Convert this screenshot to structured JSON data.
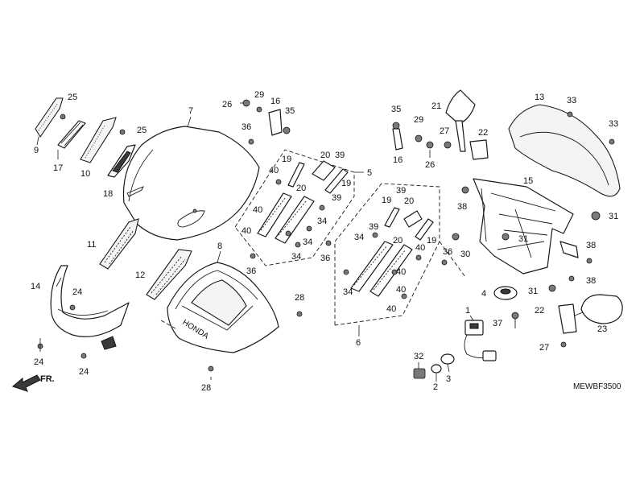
{
  "diagram_code": "MEWBF3500",
  "direction_label": "FR.",
  "callouts": {
    "c1": "1",
    "c2": "2",
    "c3": "3",
    "c4": "4",
    "c5": "5",
    "c6": "6",
    "c7": "7",
    "c8": "8",
    "c9": "9",
    "c10": "10",
    "c11": "11",
    "c12": "12",
    "c13": "13",
    "c14": "14",
    "c15": "15",
    "c16a": "16",
    "c16b": "16",
    "c17": "17",
    "c18": "18",
    "c19a": "19",
    "c19b": "19",
    "c19c": "19",
    "c19d": "19",
    "c20a": "20",
    "c20b": "20",
    "c20c": "20",
    "c20d": "20",
    "c21": "21",
    "c22a": "22",
    "c22b": "22",
    "c23": "23",
    "c24a": "24",
    "c24b": "24",
    "c24c": "24",
    "c25a": "25",
    "c25b": "25",
    "c26a": "26",
    "c26b": "26",
    "c27a": "27",
    "c27b": "27",
    "c28a": "28",
    "c28b": "28",
    "c29a": "29",
    "c29b": "29",
    "c30": "30",
    "c31a": "31",
    "c31b": "31",
    "c31c": "31",
    "c32": "32",
    "c33a": "33",
    "c33b": "33",
    "c34a": "34",
    "c34b": "34",
    "c34c": "34",
    "c34d": "34",
    "c34e": "34",
    "c35a": "35",
    "c35b": "35",
    "c36a": "36",
    "c36b": "36",
    "c36c": "36",
    "c36d": "36",
    "c37": "37",
    "c38a": "38",
    "c38b": "38",
    "c38c": "38",
    "c39a": "39",
    "c39b": "39",
    "c39c": "39",
    "c39d": "39",
    "c40a": "40",
    "c40b": "40",
    "c40c": "40",
    "c40d": "40",
    "c40e": "40",
    "c40f": "40",
    "c40g": "40"
  }
}
